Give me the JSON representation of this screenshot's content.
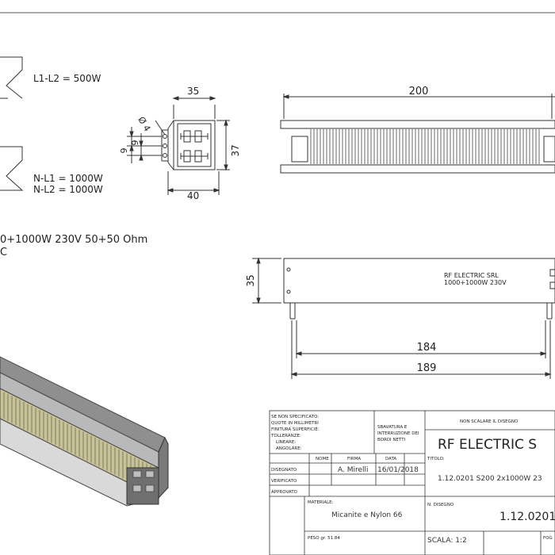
{
  "schematic": {
    "upper_label": "L1-L2 = 500W",
    "lower_label_1": "N-L1 = 1000W",
    "lower_label_2": "N-L2 = 1000W",
    "spec_line": "0+1000W 230V 50+50 Ohm",
    "spec_line_cut": "C"
  },
  "side_view": {
    "dim_top": "35",
    "dim_bottom": "40",
    "dim_right": "37",
    "dim_hole": "Ø 4",
    "dim_v1": "9",
    "dim_v2": "9"
  },
  "top_view": {
    "dim_length": "200"
  },
  "front_view": {
    "dim_height": "35",
    "plate_text_1": "RF ELECTRIC SRL",
    "plate_text_2": "1000+1000W 230V",
    "dim_inner": "184",
    "dim_outer": "189"
  },
  "title_block": {
    "notes": [
      "SE NON SPECIFICATO:",
      "QUOTE IN MILLIMETRI",
      "FINITURA SUPERFICIE:",
      "TOLLERANZE:",
      "LINEARE:",
      "ANGOLARE:"
    ],
    "deburr": [
      "SBAVATURA E",
      "INTERRUZIONE DEI",
      "BORDI NETTI"
    ],
    "no_scale": "NON SCALARE IL DISEGNO",
    "company": "RF ELECTRIC S",
    "col_nome": "NOME",
    "col_firma": "FIRMA",
    "col_data": "DATA",
    "titolo_label": "TITOLO:",
    "row_disegnato": "DISEGNATO",
    "row_verificato": "VERIFICATO",
    "row_approvato": "APPROVATO",
    "designer": "A. Mirelli",
    "date": "16/01/2018",
    "title_value": "1.12.0201 S200 2x1000W 23",
    "materiale_label": "MATERIALE:",
    "materiale_value": "Micanite e Nylon 66",
    "ndisegno_label": "N. DISEGNO",
    "ndisegno_value": "1.12.0201",
    "peso": "PESO gr. 51.84",
    "scala": "SCALA: 1:2",
    "foglio": "FOG"
  }
}
